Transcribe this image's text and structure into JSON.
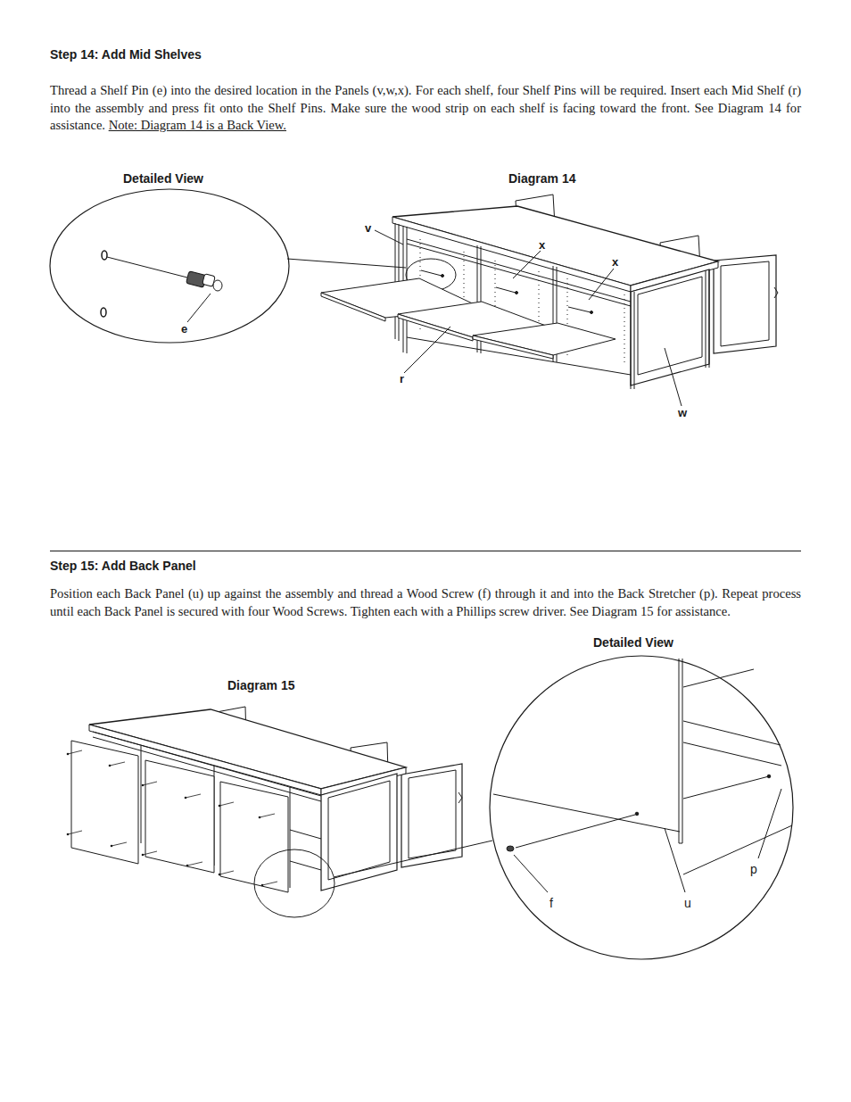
{
  "diagram": {
    "labels": [
      "Step 14: Add Mid Shelves",
      "Thread a Shelf Pin (e) into the desired location in the Panels (v,w,x). For each shelf, four Shelf Pins will be required. Insert each Mid Shelf (r) into the assembly and press fit onto the Shelf Pins. Make sure the wood strip on each shelf is facing toward the front. See Diagram 14 for assistance.",
      "Note: Diagram 14 is a Back View.",
      "Detailed View",
      "Diagram 14",
      "v",
      "x",
      "x",
      "r",
      "w",
      "e",
      "Step 15: Add Back Panel",
      "Position each Back Panel (u) up against the assembly and thread a Wood Screw (f) through it and into the Back Stretcher (p). Repeat process until each Back Panel is secured with four Wood Screws. Tighten each with a Phillips screw driver. See Diagram 15 for assistance.",
      "Detailed View",
      "Diagram 15",
      "f",
      "u",
      "p"
    ]
  }
}
